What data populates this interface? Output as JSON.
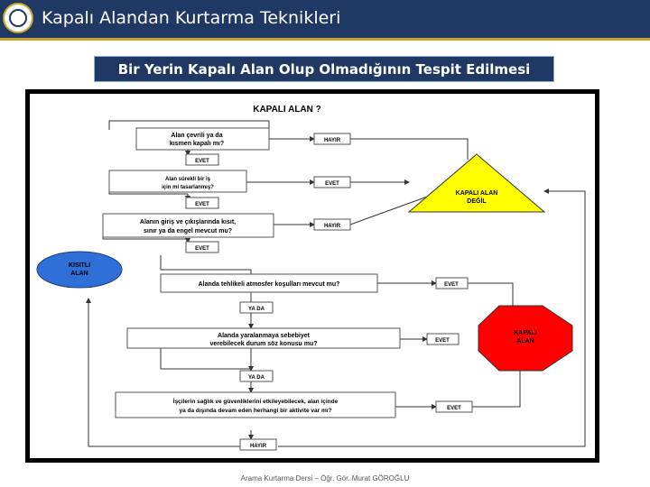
{
  "header": {
    "title": "Kapalı Alandan Kurtarma Teknikleri",
    "logo_icon": "university-seal-icon"
  },
  "subtitle": "Bir Yerin Kapalı Alan Olup Olmadığının Tespit Edilmesi",
  "diagram": {
    "title": "KAPALI ALAN ?",
    "q1_line1": "Alan çevrili ya da",
    "q1_line2": "kısmen kapalı mı?",
    "q2_line1": "Alan sürekli bir iş",
    "q2_line2": "için mi tasarlanmış?",
    "q3_line1": "Alanın giriş ve çıkışlarında kısıt,",
    "q3_line2": "sınır ya da engel mevcut mu?",
    "q4_line1": "Alanda tehlikeli atmosfer koşulları mevcut mu?",
    "q5_line1": "Alanda yaralanmaya sebebiyet",
    "q5_line2": "verebilecek durum söz konusu mu?",
    "q6_line1": "İşçilerin sağlık ve güvenliklerini etkileyebilecek, alan içinde",
    "q6_line2": "ya da dışında devam eden herhangi bir aktivite var mı?",
    "hayir1": "HAYIR",
    "evet1": "EVET",
    "evet2": "EVET",
    "hayir2": "HAYIR",
    "evet3": "EVET",
    "yada1": "YA DA",
    "evet4": "EVET",
    "yada2": "YA DA",
    "evet5": "EVET",
    "hayir3": "HAYIR",
    "triangle_line1": "KAPALI ALAN",
    "triangle_line2": "DEĞİL",
    "octagon_line1": "KAPALI",
    "octagon_line2": "ALAN",
    "ellipse_line1": "KISITLI",
    "ellipse_line2": "ALAN",
    "colors": {
      "triangle": "#ffff00",
      "octagon": "#ff0000",
      "ellipse": "#2f6fd8"
    }
  },
  "footer": "Arama Kurtarma Dersi – Öğr. Gör. Murat GÖROĞLU"
}
